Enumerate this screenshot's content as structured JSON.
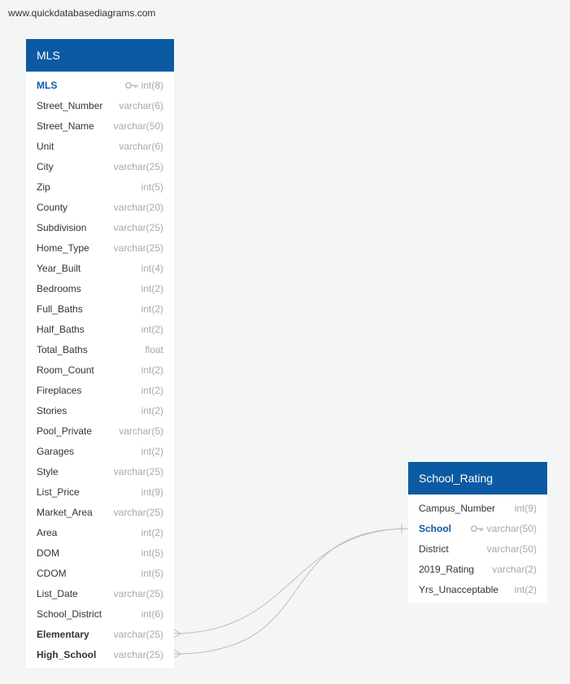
{
  "watermark": "www.quickdatabasediagrams.com",
  "tables": [
    {
      "title": "MLS",
      "fields": [
        {
          "name": "MLS",
          "type": "int(8)",
          "pk": true
        },
        {
          "name": "Street_Number",
          "type": "varchar(6)"
        },
        {
          "name": "Street_Name",
          "type": "varchar(50)"
        },
        {
          "name": "Unit",
          "type": "varchar(6)"
        },
        {
          "name": "City",
          "type": "varchar(25)"
        },
        {
          "name": "Zip",
          "type": "int(5)"
        },
        {
          "name": "County",
          "type": "varchar(20)"
        },
        {
          "name": "Subdivision",
          "type": "varchar(25)"
        },
        {
          "name": "Home_Type",
          "type": "varchar(25)"
        },
        {
          "name": "Year_Built",
          "type": "int(4)"
        },
        {
          "name": "Bedrooms",
          "type": "int(2)"
        },
        {
          "name": "Full_Baths",
          "type": "int(2)"
        },
        {
          "name": "Half_Baths",
          "type": "int(2)"
        },
        {
          "name": "Total_Baths",
          "type": "float"
        },
        {
          "name": "Room_Count",
          "type": "int(2)"
        },
        {
          "name": "Fireplaces",
          "type": "int(2)"
        },
        {
          "name": "Stories",
          "type": "int(2)"
        },
        {
          "name": "Pool_Private",
          "type": "varchar(5)"
        },
        {
          "name": "Garages",
          "type": "int(2)"
        },
        {
          "name": "Style",
          "type": "varchar(25)"
        },
        {
          "name": "List_Price",
          "type": "int(9)"
        },
        {
          "name": "Market_Area",
          "type": "varchar(25)"
        },
        {
          "name": "Area",
          "type": "int(2)"
        },
        {
          "name": "DOM",
          "type": "int(5)"
        },
        {
          "name": "CDOM",
          "type": "int(5)"
        },
        {
          "name": "List_Date",
          "type": "varchar(25)"
        },
        {
          "name": "School_District",
          "type": "int(6)"
        },
        {
          "name": "Elementary",
          "type": "varchar(25)",
          "fk": true
        },
        {
          "name": "High_School",
          "type": "varchar(25)",
          "fk": true
        }
      ]
    },
    {
      "title": "School_Rating",
      "fields": [
        {
          "name": "Campus_Number",
          "type": "int(9)"
        },
        {
          "name": "School",
          "type": "varchar(50)",
          "pk": true
        },
        {
          "name": "District",
          "type": "varchar(50)"
        },
        {
          "name": "2019_Rating",
          "type": "varchar(2)"
        },
        {
          "name": "Yrs_Unacceptable",
          "type": "int(2)"
        }
      ]
    }
  ],
  "relationships": [
    {
      "from": "MLS.Elementary",
      "to": "School_Rating.School",
      "from_end": "many",
      "to_end": "one"
    },
    {
      "from": "MLS.High_School",
      "to": "School_Rating.School",
      "from_end": "many",
      "to_end": "one"
    }
  ],
  "colors": {
    "header": "#0b5aa3",
    "pk_text": "#0b5aa3",
    "type_text": "#a8a8a8",
    "line": "#bdbdbd"
  }
}
